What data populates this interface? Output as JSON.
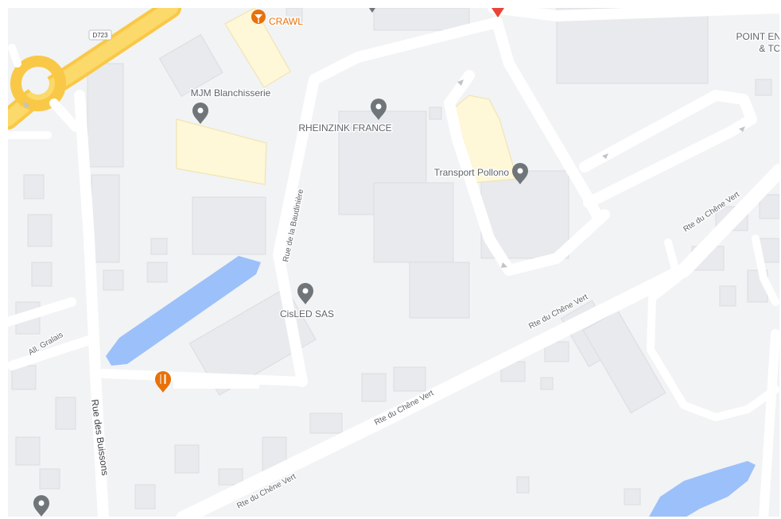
{
  "map": {
    "road_shield": "D723",
    "colors": {
      "land": "#f1f3f4",
      "road": "#ffffff",
      "major_road": "#fbc02d",
      "building": "#e8eaed",
      "highlight_building": "#fef7d8",
      "water": "#9cc0f9",
      "poi_pin": "#70757a",
      "food_pin": "#e8710a",
      "marker_red": "#ea4335"
    },
    "places": [
      {
        "name": "CRAWL",
        "type": "bar",
        "icon": "cocktail-icon"
      },
      {
        "name": "MJM Blanchisserie",
        "type": "business",
        "icon": "location-pin-icon"
      },
      {
        "name": "RHEINZINK FRANCE",
        "type": "business",
        "icon": "location-pin-icon"
      },
      {
        "name": "Transport Pollono",
        "type": "business",
        "icon": "location-pin-icon"
      },
      {
        "name": "CisLED SAS",
        "type": "business",
        "icon": "location-pin-icon"
      },
      {
        "name": "",
        "type": "restaurant",
        "icon": "restaurant-icon"
      }
    ],
    "edge_label_line1": "POINT EN",
    "edge_label_line2": "& TO",
    "streets": {
      "baudiniere": "Rue de la Baudinière",
      "buissons": "Rue des Buissons",
      "gralais": "All. Gralais",
      "chene_vert_1": "Rte du Chêne Vert",
      "chene_vert_2": "Rte du Chêne Vert",
      "chene_vert_3": "Rte du Chêne Vert",
      "chene_vert_4": "Rte du Chêne Vert"
    }
  }
}
